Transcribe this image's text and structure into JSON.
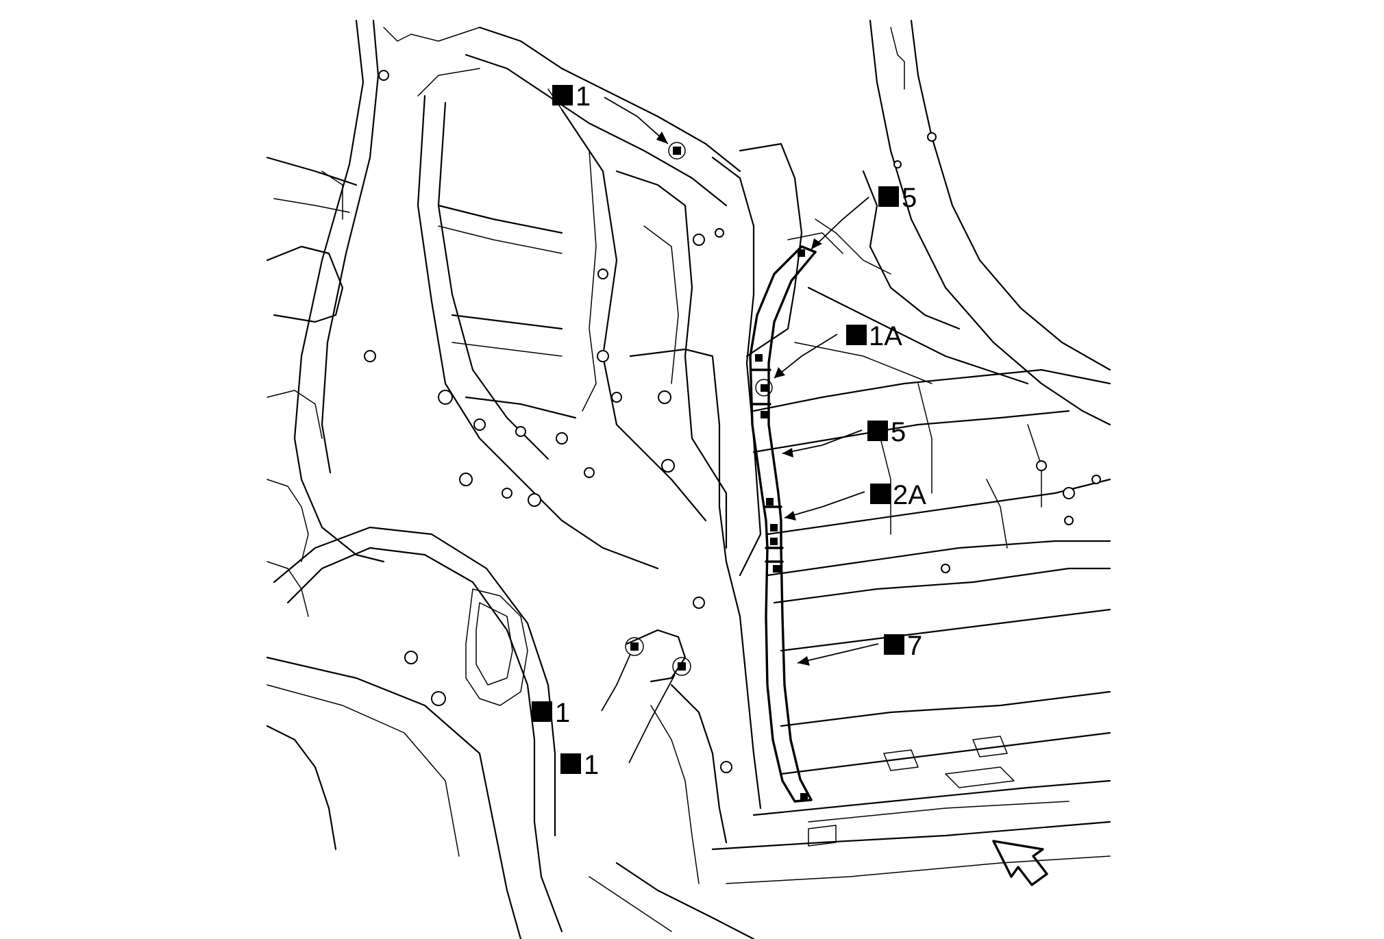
{
  "callouts": [
    {
      "id": "c1_top",
      "label": "1"
    },
    {
      "id": "c5_top",
      "label": "5"
    },
    {
      "id": "c1a",
      "label": "1A"
    },
    {
      "id": "c5_mid",
      "label": "5"
    },
    {
      "id": "c2a",
      "label": "2A"
    },
    {
      "id": "c7",
      "label": "7"
    },
    {
      "id": "c1_low1",
      "label": "1"
    },
    {
      "id": "c1_low2",
      "label": "1"
    }
  ],
  "symbols": {
    "callout_marker": "filled-square-icon",
    "view_direction": "direction-arrow-icon",
    "weld_point": "weld-point-icon"
  },
  "colors": {
    "line": "#000000",
    "background": "#ffffff"
  }
}
